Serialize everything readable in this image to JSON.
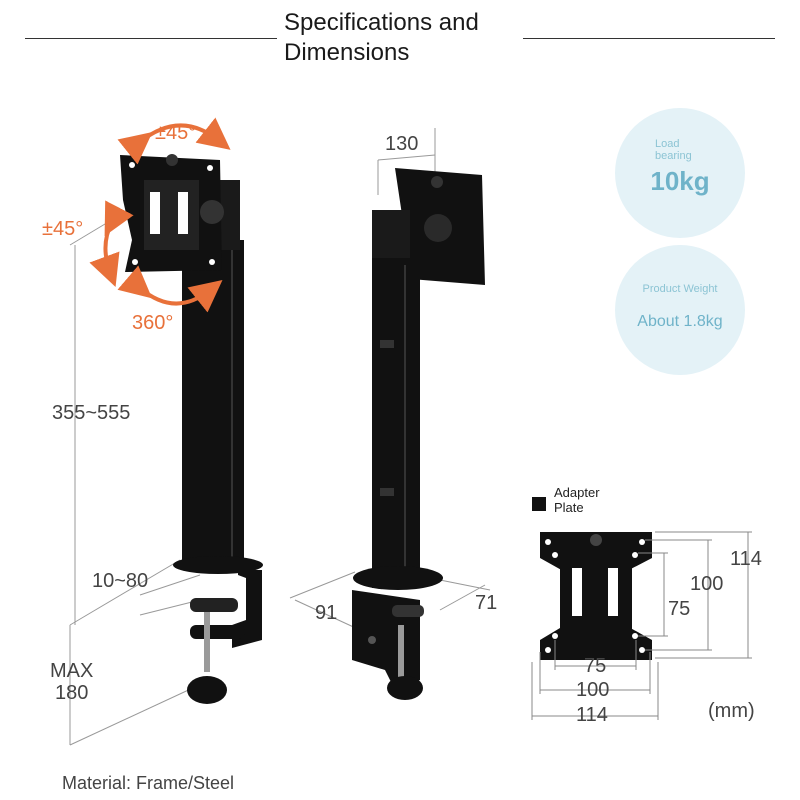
{
  "header": {
    "title_line1": "Specifications and",
    "title_line2": "Dimensions"
  },
  "left_mount": {
    "tilt_top": "±45°",
    "tilt_side": "±45°",
    "rotation": "360°",
    "height_range": "355~555",
    "clamp_thickness": "10~80",
    "max_label": "MAX",
    "max_value": "180"
  },
  "middle_mount": {
    "top_offset": "130",
    "base_depth": "91",
    "base_width": "71"
  },
  "specs": {
    "load_label_line1": "Load",
    "load_label_line2": "bearing",
    "load_value": "10kg",
    "weight_label": "Product Weight",
    "weight_value": "About 1.8kg"
  },
  "adapter_plate": {
    "legend_line1": "Adapter",
    "legend_line2": "Plate",
    "height_outer": "114",
    "height_mid": "100",
    "height_inner": "75",
    "width_inner": "75",
    "width_mid": "100",
    "width_outer": "114",
    "unit": "(mm)"
  },
  "footer": {
    "material": "Material: Frame/Steel"
  },
  "colors": {
    "accent_orange": "#e8713a",
    "spec_circle_bg": "#e4f2f7",
    "spec_text": "#6fb3c9"
  }
}
